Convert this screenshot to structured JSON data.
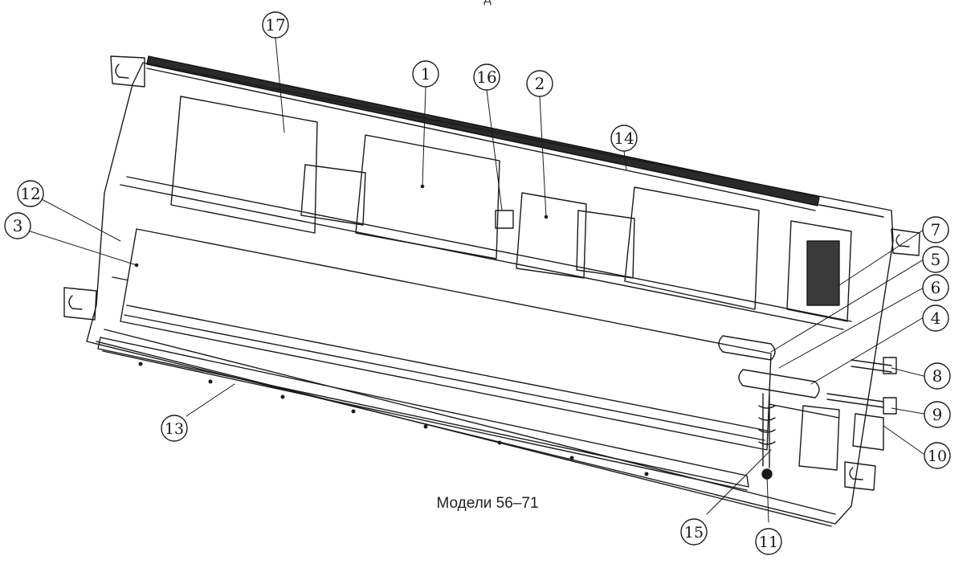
{
  "header": {
    "fragment": "д"
  },
  "caption": "Модели 56–71",
  "callouts": [
    {
      "label": "1"
    },
    {
      "label": "2"
    },
    {
      "label": "3"
    },
    {
      "label": "4"
    },
    {
      "label": "5"
    },
    {
      "label": "6"
    },
    {
      "label": "7"
    },
    {
      "label": "8"
    },
    {
      "label": "9"
    },
    {
      "label": "10"
    },
    {
      "label": "11"
    },
    {
      "label": "12"
    },
    {
      "label": "13"
    },
    {
      "label": "14"
    },
    {
      "label": "15"
    },
    {
      "label": "16"
    },
    {
      "label": "17"
    }
  ],
  "colors": {
    "line": "#1a1a1a",
    "background": "#ffffff"
  }
}
